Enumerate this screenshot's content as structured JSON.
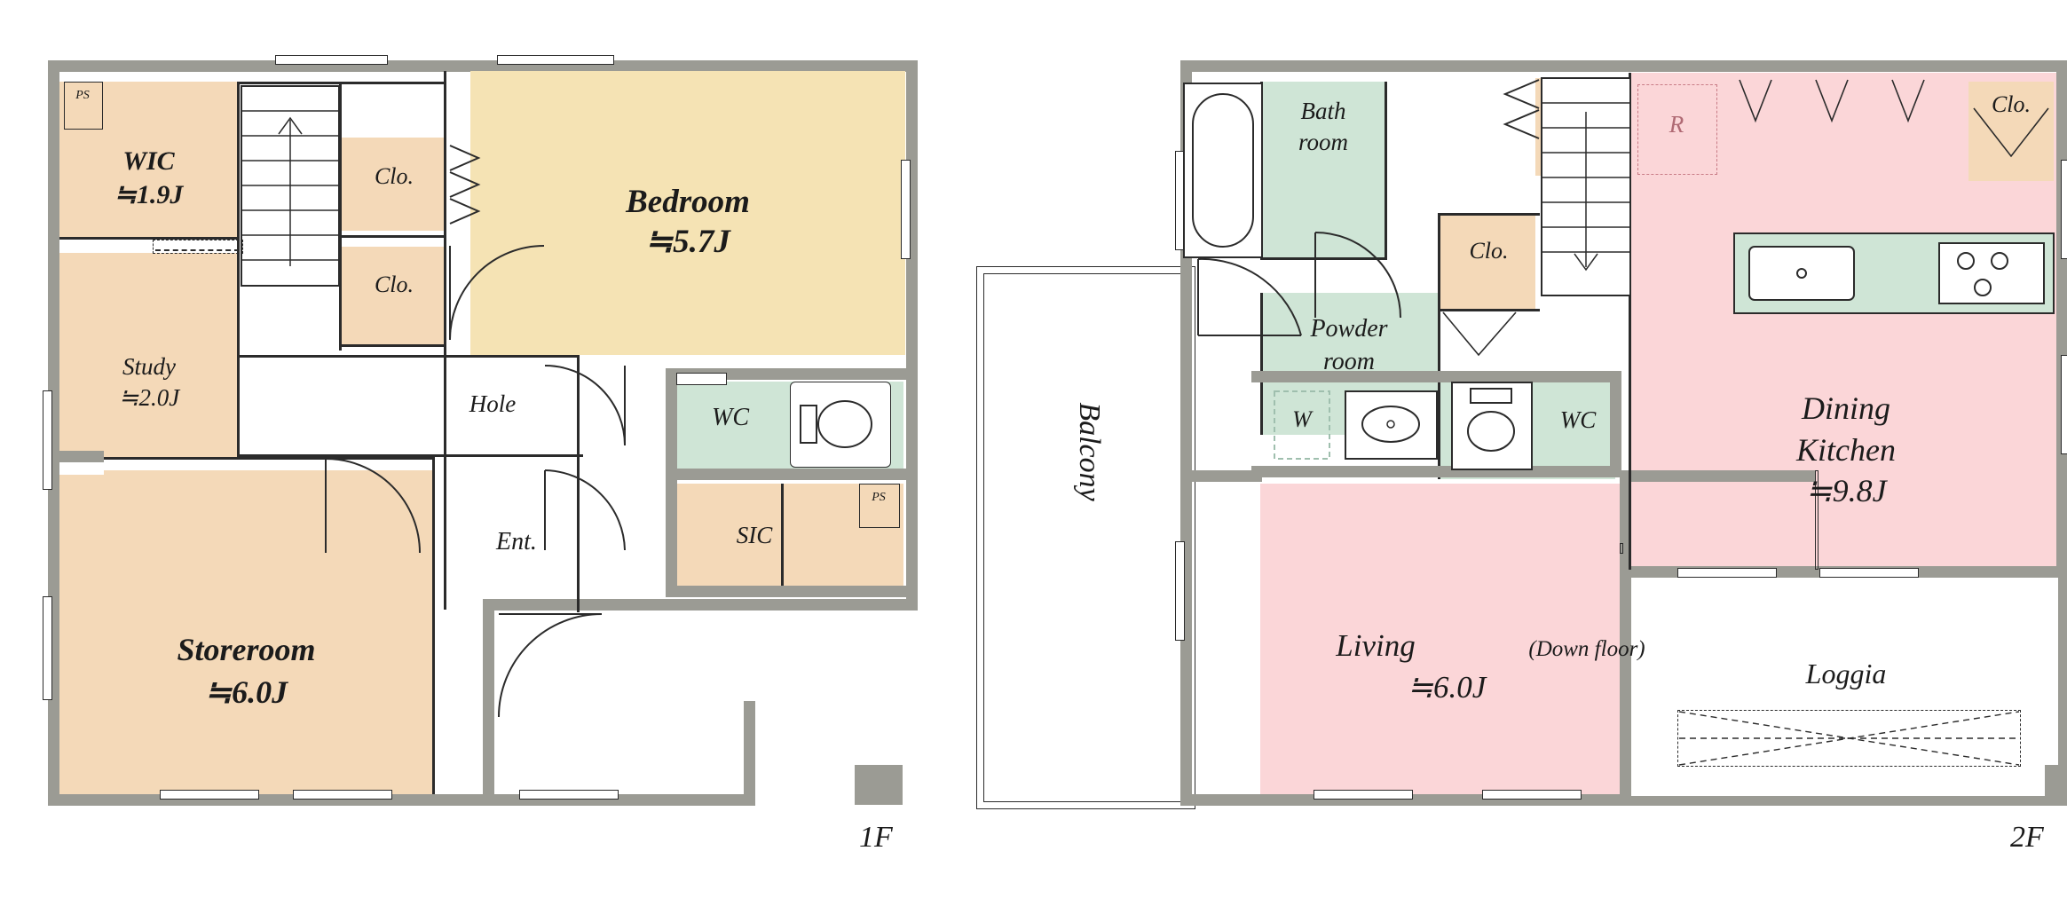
{
  "figure": {
    "type": "floor-plan",
    "floors": [
      {
        "id": "1F",
        "label": "1F",
        "rooms": [
          {
            "name": "PS",
            "label": "PS",
            "area": null
          },
          {
            "name": "WIC",
            "label": "WIC",
            "area": "≒1.9J"
          },
          {
            "name": "Study",
            "label": "Study",
            "area": "≒2.0J"
          },
          {
            "name": "Closet-upper",
            "label": "Clo.",
            "area": null
          },
          {
            "name": "Closet-lower",
            "label": "Clo.",
            "area": null
          },
          {
            "name": "Bedroom",
            "label": "Bedroom",
            "area": "≒5.7J"
          },
          {
            "name": "Hole",
            "label": "Hole",
            "area": null
          },
          {
            "name": "WC",
            "label": "WC",
            "area": null
          },
          {
            "name": "Ent",
            "label": "Ent.",
            "area": null
          },
          {
            "name": "SIC",
            "label": "SIC",
            "area": null
          },
          {
            "name": "PS2",
            "label": "PS",
            "area": null
          },
          {
            "name": "Storeroom",
            "label": "Storeroom",
            "area": "≒6.0J"
          }
        ]
      },
      {
        "id": "2F",
        "label": "2F",
        "rooms": [
          {
            "name": "Bathroom",
            "label": "Bath\nroom",
            "line1": "Bath",
            "line2": "room",
            "area": null
          },
          {
            "name": "Closet",
            "label": "Clo.",
            "area": null
          },
          {
            "name": "Refrigerator",
            "label": "R",
            "area": null
          },
          {
            "name": "Closet-right",
            "label": "Clo.",
            "area": null
          },
          {
            "name": "Powder-room",
            "label": "Powder\nroom",
            "line1": "Powder",
            "line2": "room",
            "area": null
          },
          {
            "name": "Washer",
            "label": "W",
            "area": null
          },
          {
            "name": "WC",
            "label": "WC",
            "area": null
          },
          {
            "name": "Balcony",
            "label": "Balcony",
            "area": null
          },
          {
            "name": "Living",
            "label": "Living",
            "suffix": "(Down floor)",
            "area": "≒6.0J"
          },
          {
            "name": "DiningKitchen",
            "label": "Dining",
            "line2": "Kitchen",
            "area": "≒9.8J"
          },
          {
            "name": "Loggia",
            "label": "Loggia",
            "area": null
          }
        ]
      }
    ]
  },
  "colors": {
    "wall": "#9b9b94",
    "beige": "#f4d9b8",
    "cream": "#f5e3b4",
    "green": "#cfe5d6",
    "pink": "#fbd6d8",
    "outline": "#2b2b2b"
  }
}
